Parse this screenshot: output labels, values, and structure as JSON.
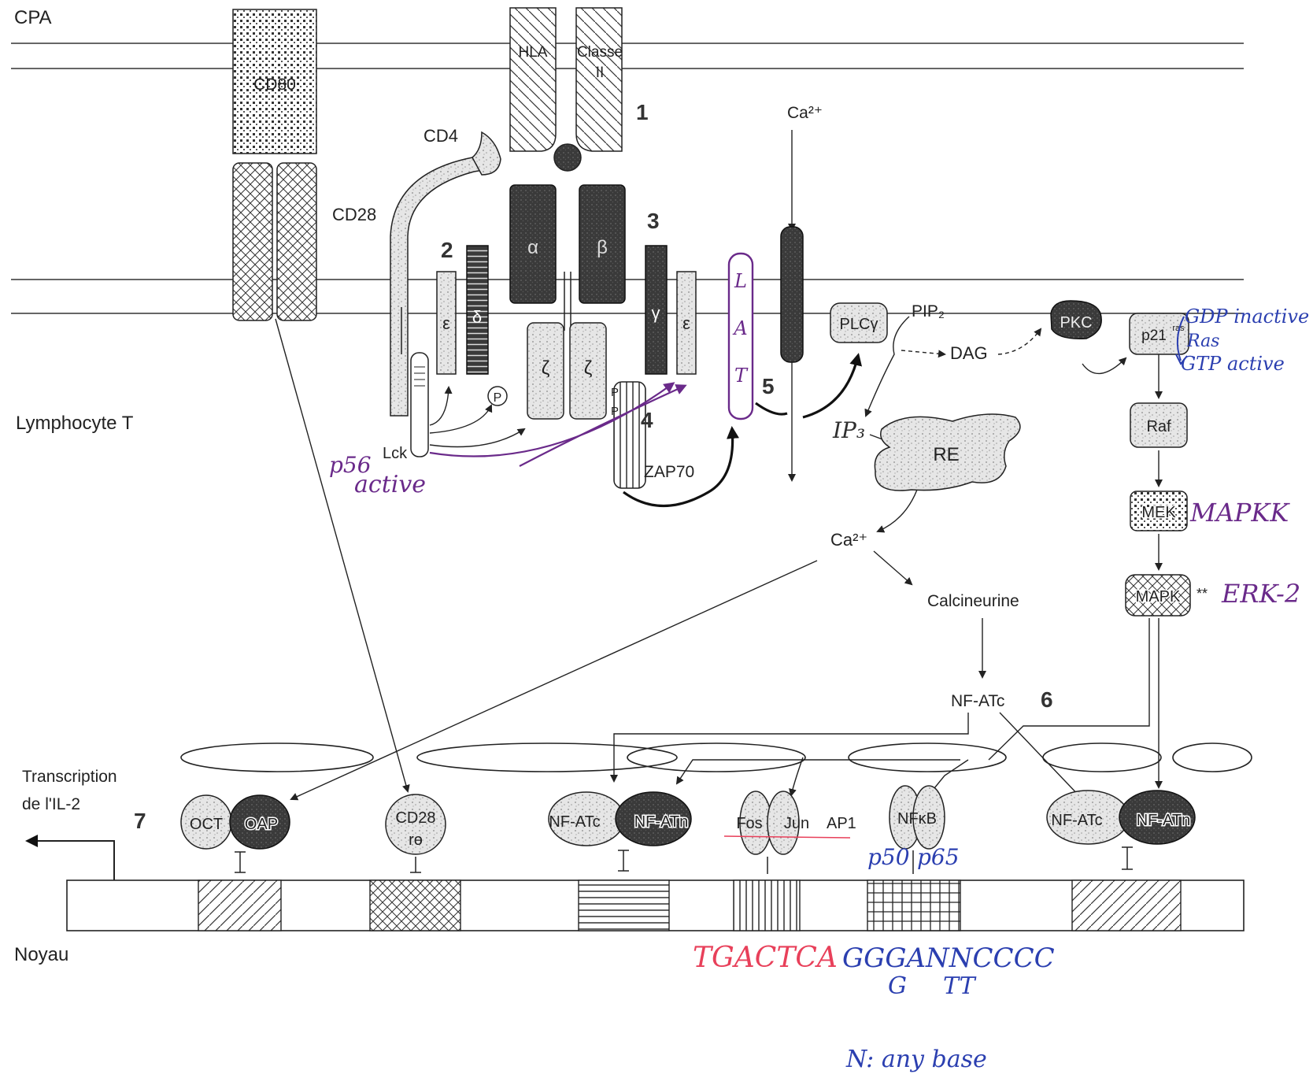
{
  "regions": {
    "apc": "CPA",
    "tcell": "Lymphocyte T",
    "nucleus": "Noyau"
  },
  "molecules": {
    "cd80": "CD80",
    "hla": "HLA",
    "classe": "Classe",
    "classe_num": "II",
    "cd4": "CD4",
    "cd28": "CD28",
    "alpha": "α",
    "beta": "β",
    "epsilon": "ε",
    "delta": "δ",
    "gamma": "γ",
    "zeta": "ζ",
    "p": "P",
    "lat": "LAT",
    "ca_top": "Ca²⁺",
    "ca_mid": "Ca²⁺",
    "lck": "Lck",
    "zap70": "ZAP70",
    "plc": "PLCγ",
    "pip2": "PIP₂",
    "dag": "DAG",
    "ip3": "IP₃",
    "re": "RE",
    "pkc": "PKC",
    "p21": "p21",
    "p21_sup": "ras",
    "raf": "Raf",
    "mek": "MEK",
    "mapk": "MAPK",
    "mapk_stars": "**",
    "calcineurine": "Calcineurine",
    "nfatc_center": "NF-ATc"
  },
  "steps": [
    "1",
    "2",
    "3",
    "4",
    "5",
    "6",
    "7"
  ],
  "nuclear": {
    "transcription_1": "Transcription",
    "transcription_2": "de l'IL-2",
    "oct": "OCT",
    "oap": "OAP",
    "cd28_re_1": "CD28",
    "cd28_re_2": "rө",
    "nfatc": "NF-ATc",
    "nfatn": "NF-ATn",
    "fos": "Fos",
    "jun": "Jun",
    "ap1": "AP1",
    "nfkb": "NFκB",
    "nfatc_right": "NF-ATc",
    "nfatn_right": "NF-ATn"
  },
  "handwritten": {
    "p56": "p56",
    "active": "active",
    "gdp": "GDP inactive",
    "ras": "Ras",
    "gtp": "GTP active",
    "mapkk": "MAPKK",
    "erk2": "ERK-2",
    "p50": "p50",
    "p65": "p65",
    "ap1_seq": "TGACTCA",
    "nfkb_seq": "GGGANNCCCC",
    "nfkb_sub_g": "G",
    "nfkb_sub_tt": "TT",
    "n_note": "N: any base"
  },
  "colors": {
    "purple": "#6a2a8a",
    "blue": "#2b3fb0",
    "red": "#e8405a",
    "dark": "#2f2f2f",
    "light": "#d6d6d6"
  }
}
